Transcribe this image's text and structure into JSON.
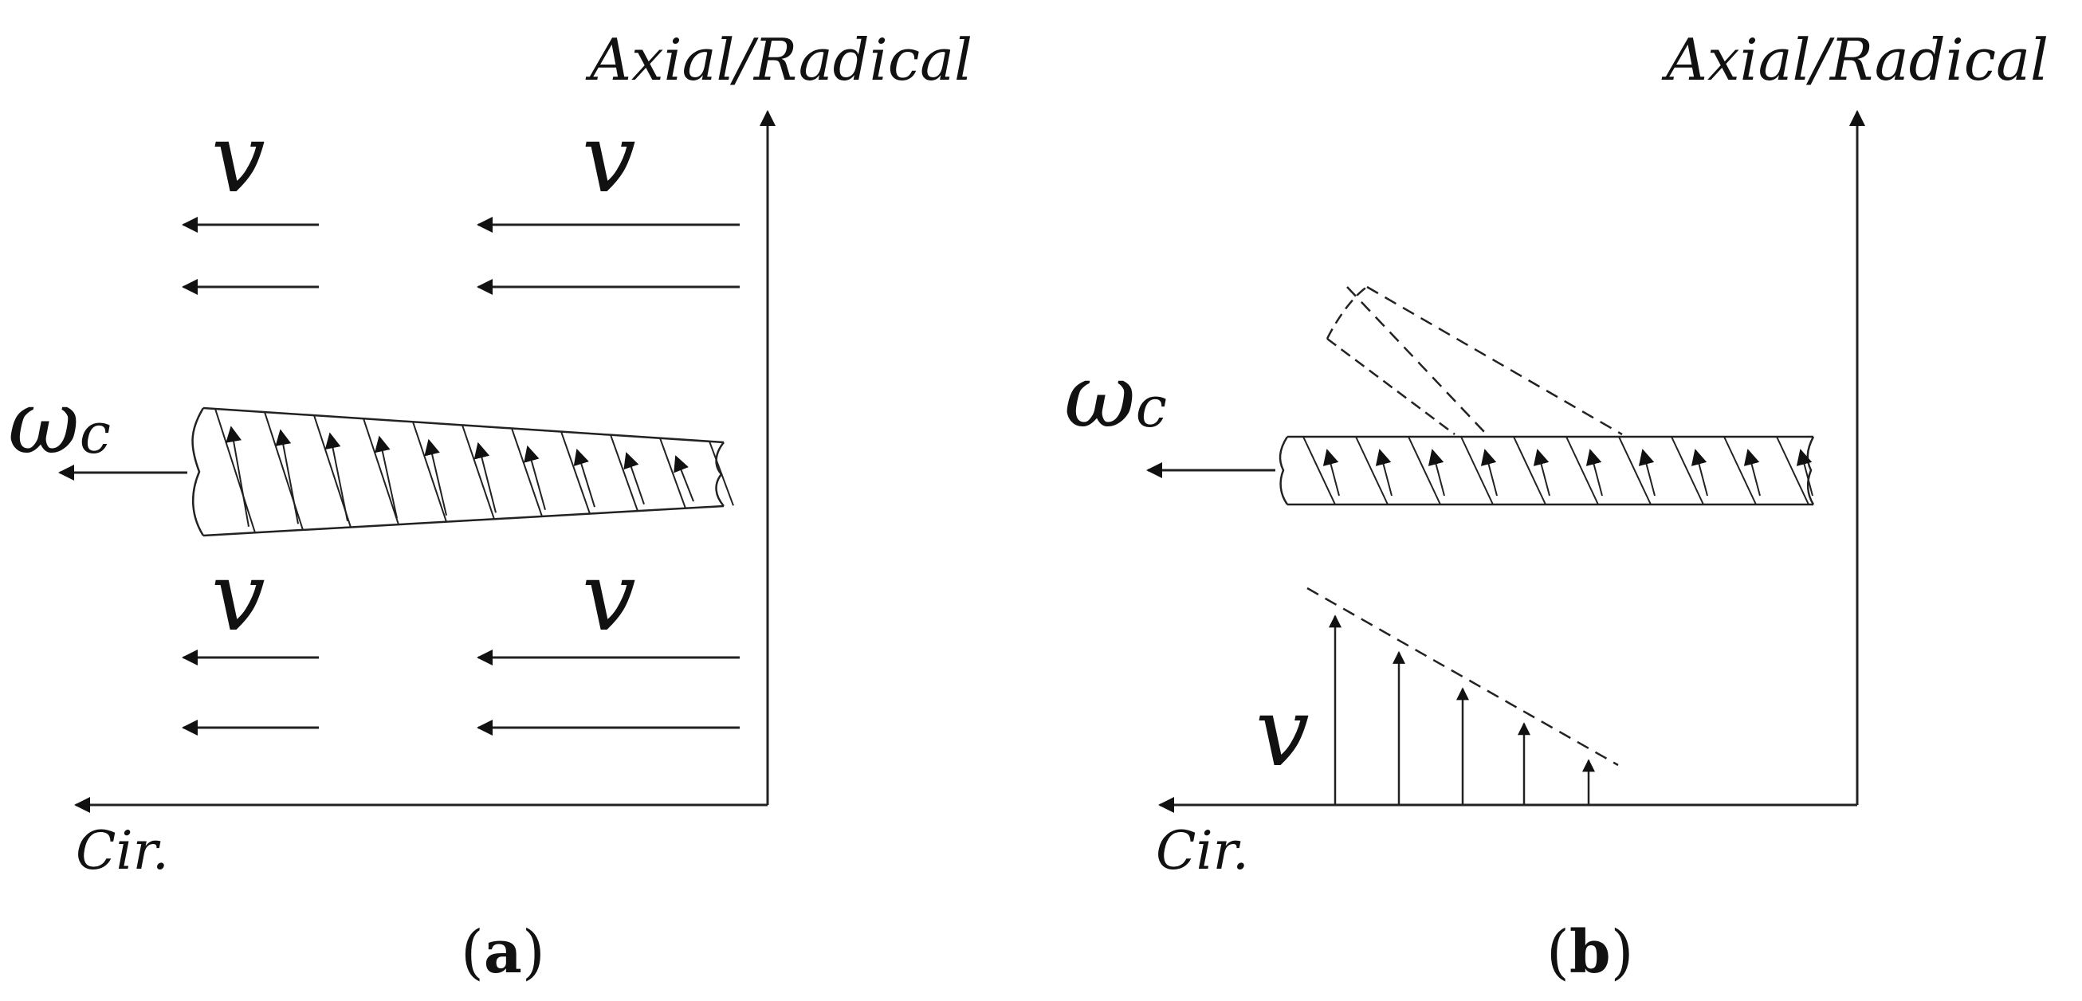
{
  "panel_a": {
    "axis_vertical": "Axial/Radical",
    "axis_horizontal": "Cir.",
    "velocity_symbol": "v",
    "omega_symbol": "ω",
    "omega_subscript": "c",
    "caption_open": "(",
    "caption_letter": "a",
    "caption_close": ")"
  },
  "panel_b": {
    "axis_vertical": "Axial/Radical",
    "axis_horizontal": "Cir.",
    "velocity_symbol": "v",
    "omega_symbol": "ω",
    "omega_subscript": "c",
    "caption_open": "(",
    "caption_letter": "b",
    "caption_close": ")"
  },
  "colors": {
    "ink": "#111111",
    "background": "#ffffff"
  }
}
